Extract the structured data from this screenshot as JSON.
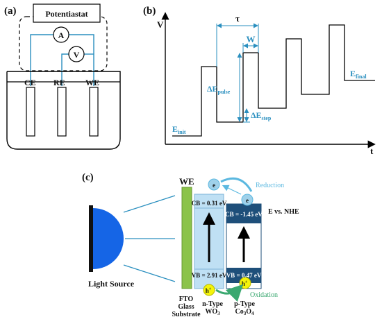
{
  "panel_a": {
    "label": "(a)",
    "potentiostat": "Potentiastat",
    "ammeter": "A",
    "voltmeter": "V",
    "electrodes": [
      "CE",
      "RE",
      "WE"
    ]
  },
  "panel_b": {
    "label": "(b)",
    "y_axis": "V",
    "x_axis": "t",
    "tau": "τ",
    "w": "W",
    "e_init": "E",
    "e_init_sub": "init",
    "e_final": "E",
    "e_final_sub": "final",
    "de_pulse": "ΔE",
    "de_pulse_sub": "pulse",
    "de_step": "ΔE",
    "de_step_sub": "step"
  },
  "panel_c": {
    "label": "(c)",
    "light_source": "Light Source",
    "we": "WE",
    "cb_wo3": "CB = 0.31 eV",
    "vb_wo3": "VB = 2.91 eV",
    "cb_co3o4": "CB = -1.45 eV",
    "vb_co3o4": "VB = 0.47 eV",
    "e_vs_nhe": "E vs. NHE",
    "electron": "e",
    "hole": "h",
    "hole_sup": "+",
    "reduction": "Reduction",
    "oxidation": "Oxidation",
    "fto_lines": [
      "FTO",
      "Glass",
      "Substrate"
    ],
    "ntype_lines": [
      "n-Type",
      "WO"
    ],
    "ntype_sub": "3",
    "ptype_lines": [
      "p-Type",
      "Co"
    ],
    "ptype_sub1": "3",
    "ptype_mid": "O",
    "ptype_sub2": "4",
    "colors": {
      "accent_blue": "#2a8fbf",
      "wo3_fill": "#bfe0f4",
      "co3o4_band": "#1e4f7a",
      "fto_green": "#8bc34a",
      "light_blue": "#1565e6",
      "hole_yellow": "#f4f40a",
      "oxidation_green": "#3aa870"
    }
  }
}
